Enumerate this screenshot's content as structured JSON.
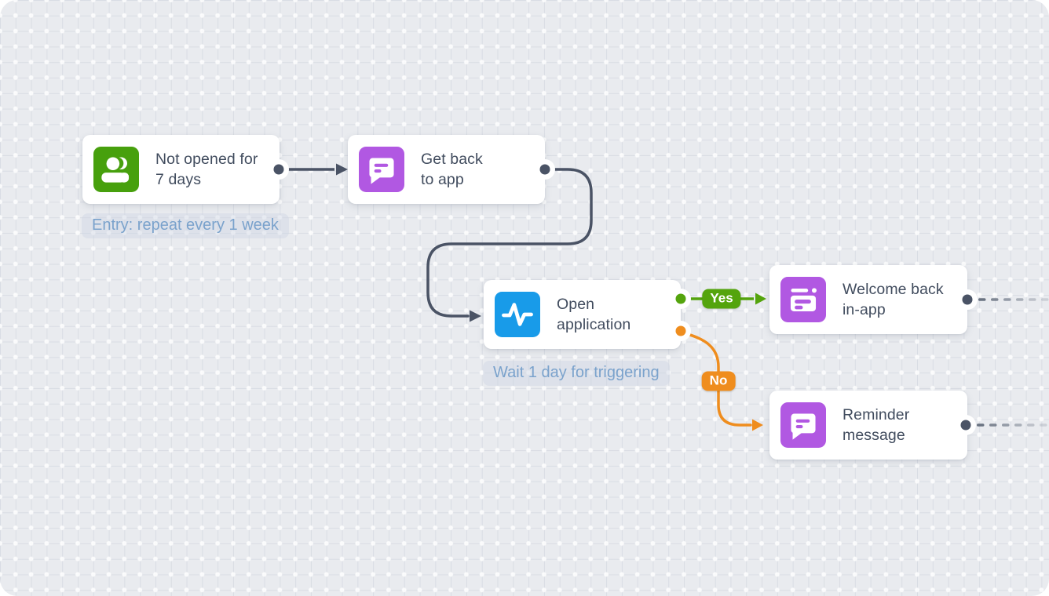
{
  "canvas": {
    "type": "workflow-flowchart",
    "background_color": "#E9EBEF"
  },
  "nodes": [
    {
      "id": "trigger-segment",
      "line1": "Not opened for",
      "line2": "7 days",
      "icon": "users-icon",
      "icon_color": "#47A00D"
    },
    {
      "id": "get-back-message",
      "line1": "Get back",
      "line2": "to app",
      "icon": "chat-message-icon",
      "icon_color": "#B158E2"
    },
    {
      "id": "open-application-condition",
      "line1": "Open",
      "line2": "application",
      "icon": "activity-pulse-icon",
      "icon_color": "#189BE9"
    },
    {
      "id": "welcome-back-inapp",
      "line1": "Welcome back",
      "line2": "in-app",
      "icon": "in-app-message-icon",
      "icon_color": "#B158E2"
    },
    {
      "id": "reminder-message",
      "line1": "Reminder",
      "line2": "message",
      "icon": "chat-message-icon",
      "icon_color": "#B158E2"
    }
  ],
  "annotations": [
    {
      "id": "entry-rule",
      "text": "Entry: repeat every 1 week"
    },
    {
      "id": "wait-rule",
      "text": "Wait 1 day for triggering"
    }
  ],
  "branches": {
    "yes_label": "Yes",
    "no_label": "No"
  },
  "colors": {
    "edge_dark": "#4A5365",
    "edge_green": "#54A40D",
    "edge_orange": "#EF8D1E",
    "node_text": "#414C5E",
    "annotation_text": "#7AA2CC",
    "icon_green": "#47A00D",
    "icon_purple": "#B158E2",
    "icon_blue": "#189BE9"
  }
}
